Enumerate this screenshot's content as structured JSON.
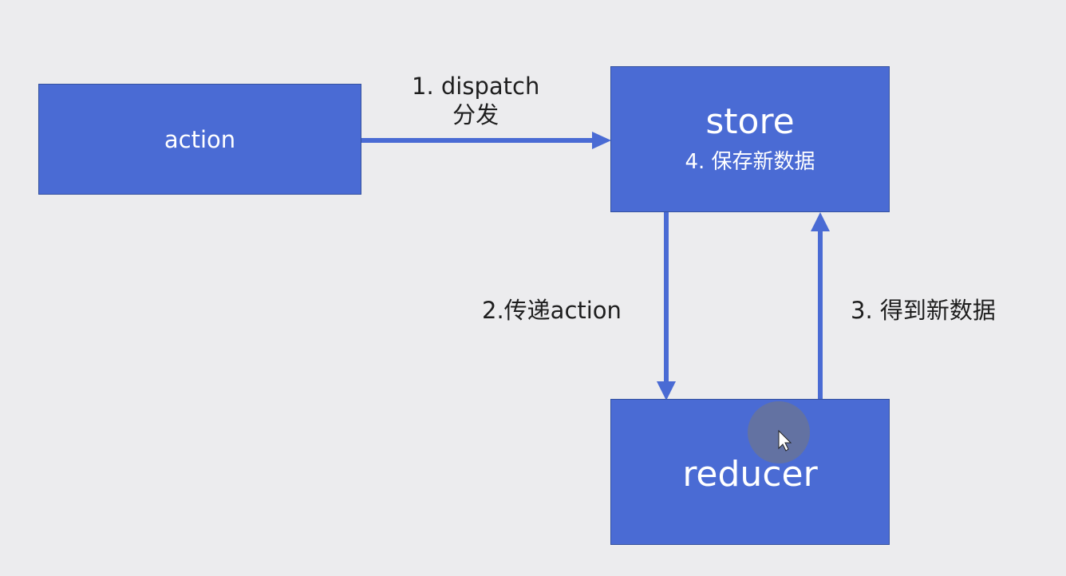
{
  "diagram": {
    "nodes": {
      "action": {
        "label": "action"
      },
      "store": {
        "label": "store",
        "sublabel": "4. 保存新数据"
      },
      "reducer": {
        "label": "reducer"
      }
    },
    "edges": {
      "dispatch": {
        "from": "action",
        "to": "store",
        "label_line1": "1. dispatch",
        "label_line2": "分发"
      },
      "pass_action": {
        "from": "store",
        "to": "reducer",
        "label": "2.传递action"
      },
      "get_new_data": {
        "from": "reducer",
        "to": "store",
        "label": "3. 得到新数据"
      }
    },
    "colors": {
      "node_fill": "#4a6bd4",
      "arrow": "#4a6bd4"
    }
  }
}
